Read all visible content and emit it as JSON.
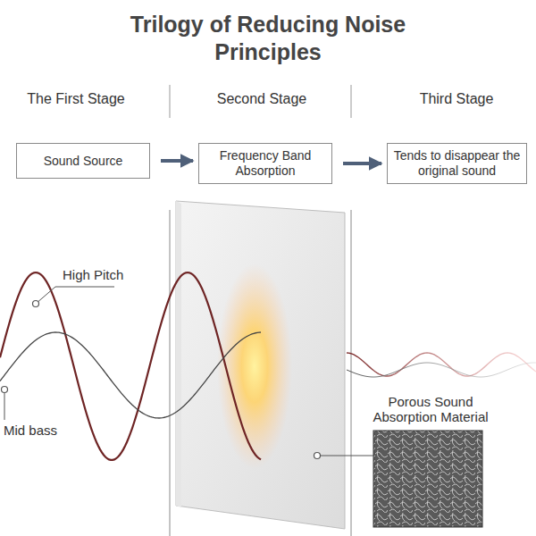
{
  "diagram": {
    "title": "Trilogy of Reducing Noise Principles",
    "nodes": [
      {
        "text": [
          "The First Stage",
          "Sound Source"
        ]
      },
      {
        "text": [
          "Second Stage",
          "Frequency Band Absorption"
        ]
      },
      {
        "text": [
          "Third Stage",
          "Tends to disappear the original sound"
        ]
      }
    ],
    "edges": [
      {
        "from": 0,
        "to": 1,
        "arrow": "to"
      },
      {
        "from": 1,
        "to": 2,
        "arrow": "to"
      }
    ],
    "labels": [
      "High Pitch",
      "Mid bass",
      "Porous Sound Absorption Material"
    ]
  }
}
